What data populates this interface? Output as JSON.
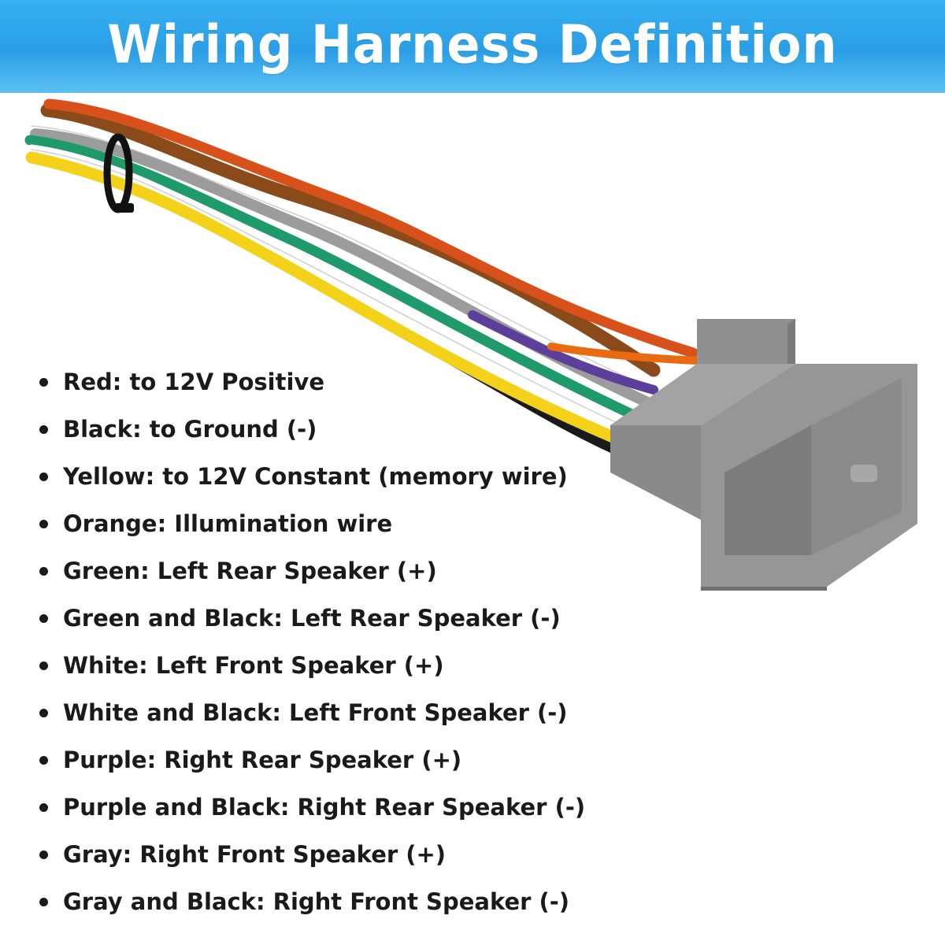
{
  "header": {
    "title": "Wiring Harness Definition",
    "background_color": "#2a9ee6"
  },
  "product": {
    "connector_color": "#9a9a9a",
    "wire_colors": [
      "#d2561c",
      "#111111",
      "#f5d21a",
      "#e07a14",
      "#1f9a6b",
      "#ffffff",
      "#6b4aa3",
      "#9a9a9a",
      "#8a4a1a"
    ],
    "cable_tie_color": "#111111"
  },
  "wire_definitions": [
    "Red: to 12V Positive",
    "Black: to Ground (-)",
    "Yellow: to 12V Constant (memory wire)",
    "Orange: Illumination wire",
    "Green: Left Rear Speaker (+)",
    "Green and Black: Left Rear Speaker (-)",
    "White: Left Front Speaker (+)",
    "White and Black: Left Front Speaker (-)",
    "Purple: Right Rear Speaker (+)",
    "Purple and Black: Right Rear Speaker (-)",
    "Gray: Right Front Speaker (+)",
    "Gray and Black: Right Front Speaker (-)"
  ]
}
